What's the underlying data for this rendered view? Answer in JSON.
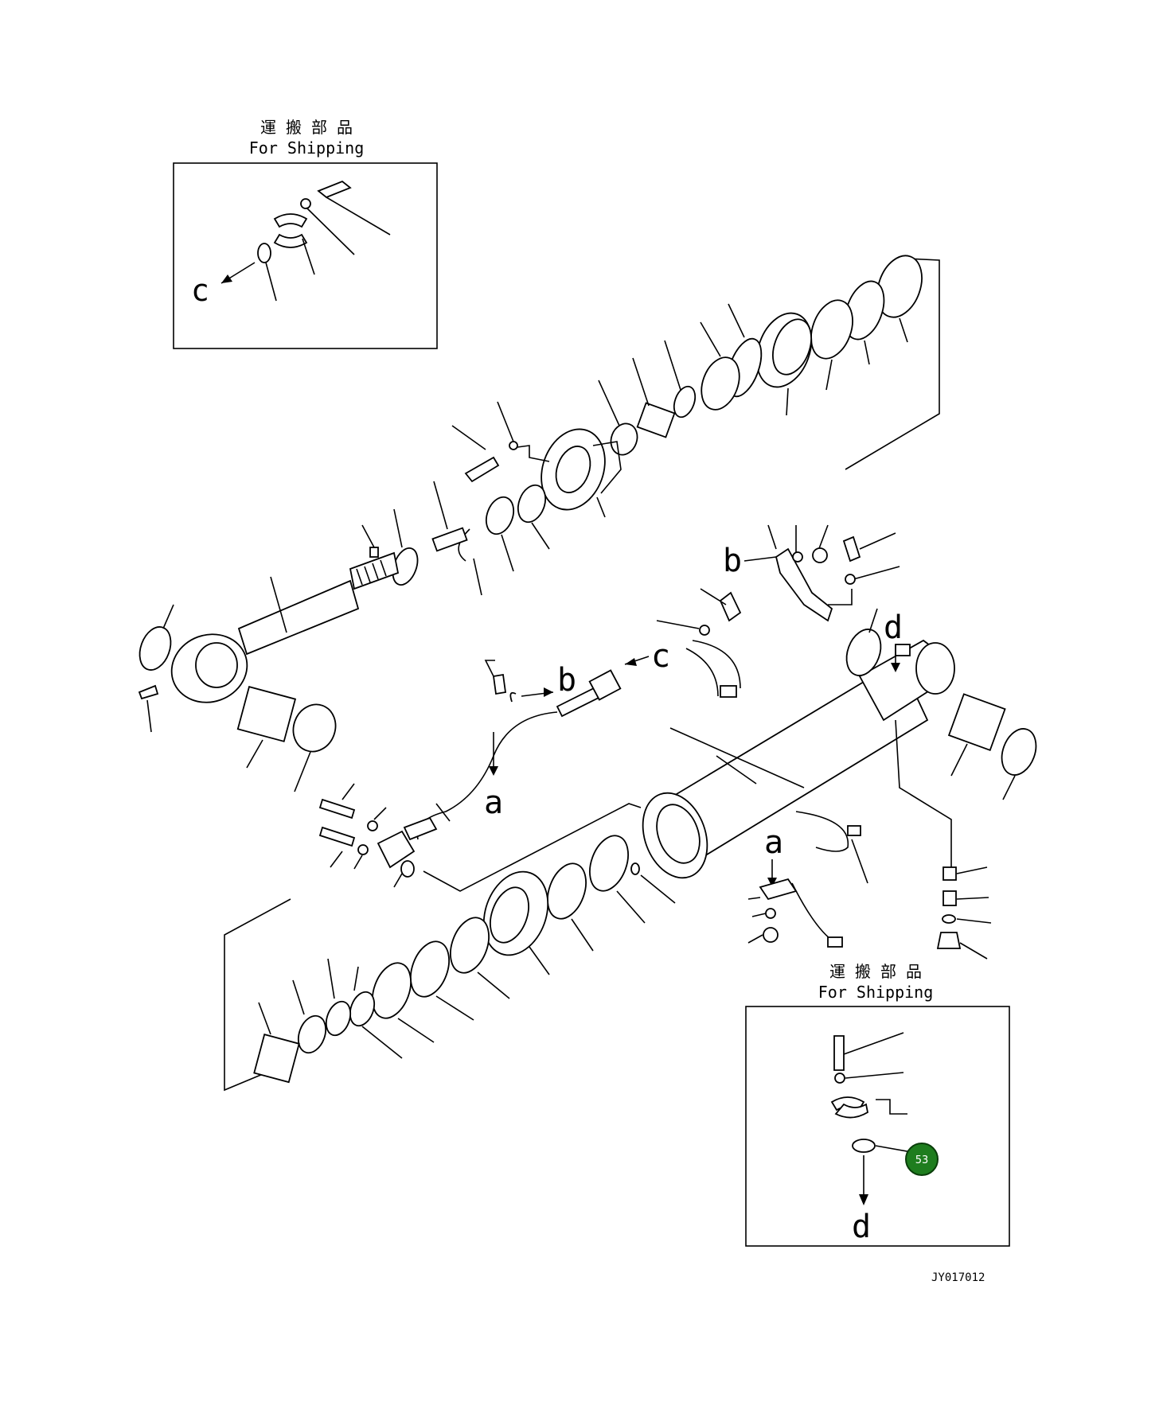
{
  "ship_top": {
    "jp": "運 搬 部 品",
    "en": "For Shipping"
  },
  "ship_bottom": {
    "jp": "運 搬 部 品",
    "en": "For Shipping"
  },
  "refs": {
    "a": "a",
    "b": "b",
    "c": "c",
    "d": "d"
  },
  "callout": {
    "number": "53",
    "color": "#1e7d1e"
  },
  "drawing_id": "JY017012"
}
